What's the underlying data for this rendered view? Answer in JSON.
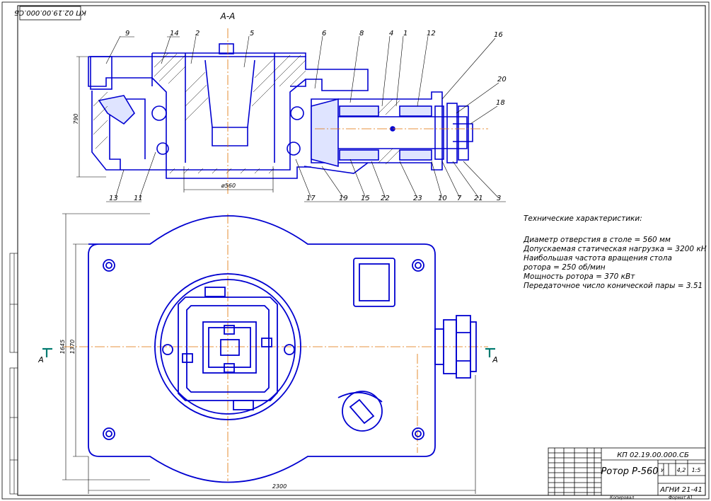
{
  "stamp_code": "КП 02.19.00.000.СБ",
  "section_label": "А-А",
  "callouts": [
    "9",
    "14",
    "2",
    "5",
    "6",
    "8",
    "4",
    "1",
    "12",
    "16",
    "20",
    "18",
    "13",
    "11",
    "17",
    "19",
    "15",
    "22",
    "23",
    "10",
    "7",
    "21",
    "3"
  ],
  "dimensions": {
    "height_section": "790",
    "bore_diameter": "ø560",
    "width_total": "2300",
    "height_table": "1645",
    "height_inner": "1370"
  },
  "cut_marks": {
    "left": "А",
    "right": "А"
  },
  "specs": {
    "title": "Технические характеристики:",
    "lines": [
      "Диаметр отверстия в столе = 560 мм",
      "Допускаемая статическая нагрузка = 3200 кН",
      "Наибольшая частота вращения стола",
      "ротора = 250 об/мин",
      "Мощность ротора = 370 кВт",
      "Передаточное число конической пары = 3.51"
    ]
  },
  "title_block": {
    "doc_code": "КП 02.19.00.000.СБ",
    "name": "Ротор Р-560",
    "sheet_mark": "У",
    "mass": "4,2",
    "scale": "1:5",
    "org": "АГНИ 21-41",
    "copied": "Копировал",
    "format": "Формат А1"
  },
  "colors": {
    "lines": "#0000d0",
    "thin": "#000000",
    "axis": "#e07000",
    "mark": "#007a70"
  }
}
